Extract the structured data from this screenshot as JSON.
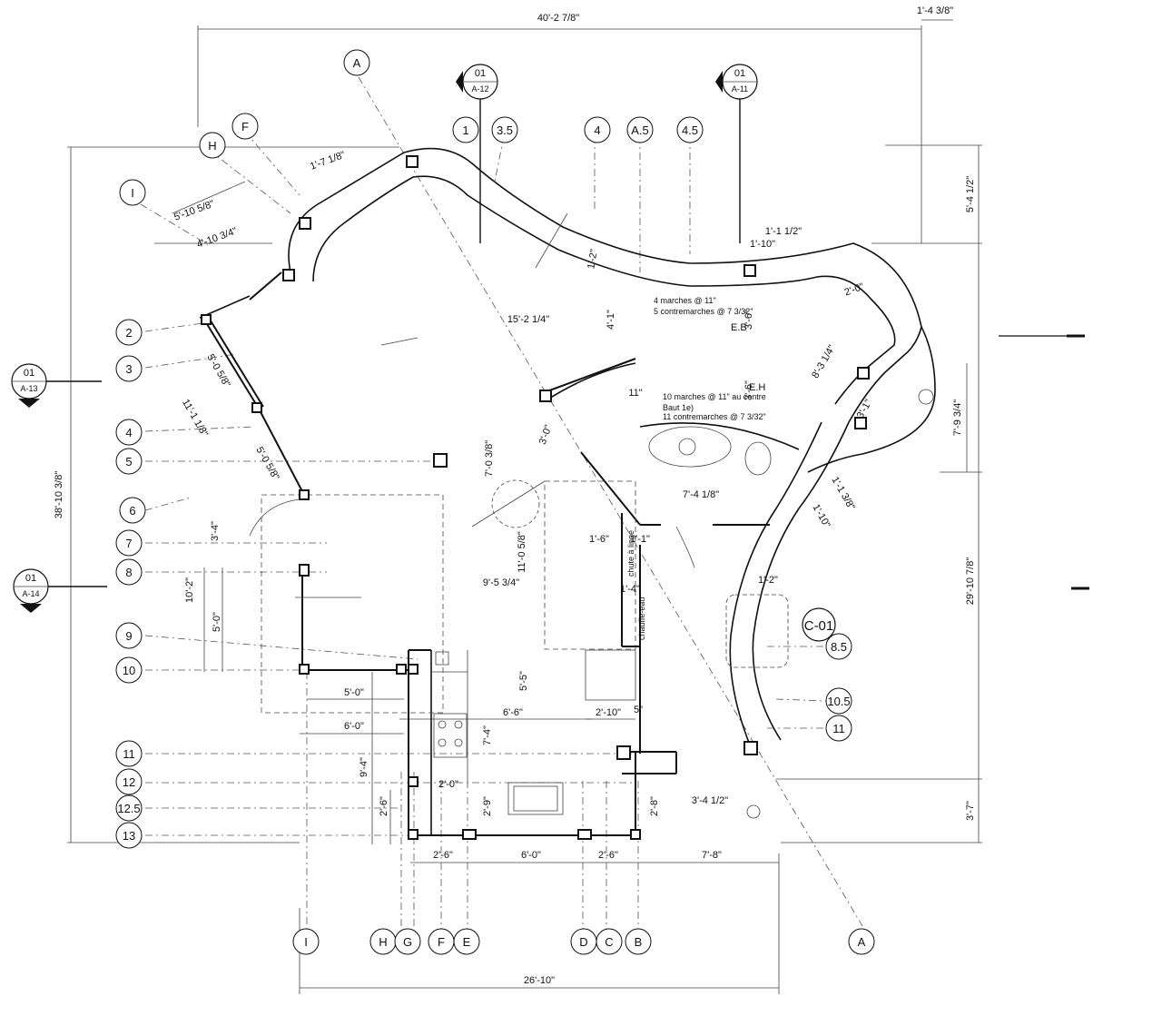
{
  "grid_bubbles": {
    "left": [
      "I",
      "H",
      "F",
      "2",
      "3",
      "4",
      "5",
      "6",
      "7",
      "8",
      "9",
      "10",
      "11",
      "12",
      "12.5",
      "13"
    ],
    "top": [
      "A",
      "1",
      "3.5",
      "4",
      "A.5",
      "4.5"
    ],
    "bottom": [
      "I",
      "H",
      "G",
      "F",
      "E",
      "D",
      "C",
      "B",
      "A"
    ],
    "right": [
      "C-01",
      "8.5",
      "10.5",
      "11"
    ]
  },
  "section_markers": [
    {
      "num": "01",
      "sheet": "A-12"
    },
    {
      "num": "01",
      "sheet": "A-11"
    },
    {
      "num": "01",
      "sheet": "A-13"
    },
    {
      "num": "01",
      "sheet": "A-14"
    }
  ],
  "dimensions": {
    "overall_top": "40'-2 7/8\"",
    "corner_top_right": "1'-4 3/8\"",
    "overall_left": "38'-10 3/8\"",
    "right_upper": "5'-4 1/2\"",
    "right_mid": "7'-9 3/4\"",
    "right_lower": "29'-10 7/8\"",
    "right_bottom": "3'-7\"",
    "bottom_total": "26'-10\"",
    "bottom_2_6_a": "2'-6\"",
    "bottom_6_0": "6'-0\"",
    "bottom_2_6_b": "2'-6\"",
    "bottom_7_8": "7'-8\"",
    "d_5_10": "5'-10 5/8\"",
    "d_4_10": "4'-10 3/4\"",
    "d_1_7": "1'-7 1/8\"",
    "d_5_0a": "5'-0 5/8\"",
    "d_11_1": "11'-1 1/8\"",
    "d_5_0b": "5'-0 5/8\"",
    "d_3_4": "3'-4\"",
    "d_10_2": "10'-2\"",
    "d_5_0c": "5'-0\"",
    "d_5_0d": "5'-0\"",
    "d_6_0": "6'-0\"",
    "d_9_4": "9'-4\"",
    "d_2_6": "2'-6\"",
    "d_2_0": "2'-0\"",
    "d_2_9": "2'-9\"",
    "d_7_4a": "7'-4\"",
    "d_6_6": "6'-6\"",
    "d_2_10": "2'-10\"",
    "d_5_5": "5'-5\"",
    "d_2_8": "2'-8\"",
    "d_3_4b": "3'-4 1/2\"",
    "d_9_5": "9'-5 3/4\"",
    "d_11_0": "11'-0 5/8\"",
    "d_7_0": "7'-0 3/8\"",
    "d_3_0": "3'-0\"",
    "d_1_6": "1'-6\"",
    "d_1_1": "1'-1\"",
    "d_1_4": "1'-4\"",
    "d_7_4b": "7'-4 1/8\"",
    "d_11": "11\"",
    "d_15_2": "15'-2 1/4\"",
    "d_4_1": "4'-1\"",
    "d_3_6a": "3'-6\"",
    "d_3_6b": "3'-6\"",
    "d_1_2a": "1'-2\"",
    "d_1_10a": "1'-10\"",
    "d_1_1b": "1'-1 1/2\"",
    "d_2_0b": "2'-0\"",
    "d_8_3": "8'-3 1/4\"",
    "d_3_1": "3'-1\"",
    "d_1_2b": "1'-2\"",
    "d_1_10b": "1'-10\"",
    "d_1_1c": "1'-1 3/8\"",
    "d_5": "5\""
  },
  "notes": {
    "stair1_l1": "4 marches @ 11\"",
    "stair1_l2": "5 contremarches @ 7 3/32\"",
    "eb": "E.B",
    "eh": "E.H",
    "stair2_l1": "10 marches @ 11\" au centre",
    "stair2_l2": "Baut 1e)",
    "stair2_l3": "11 contremarches @ 7 3/32\"",
    "chute": "chute à linge",
    "chauffe": "chauffe-eau"
  }
}
